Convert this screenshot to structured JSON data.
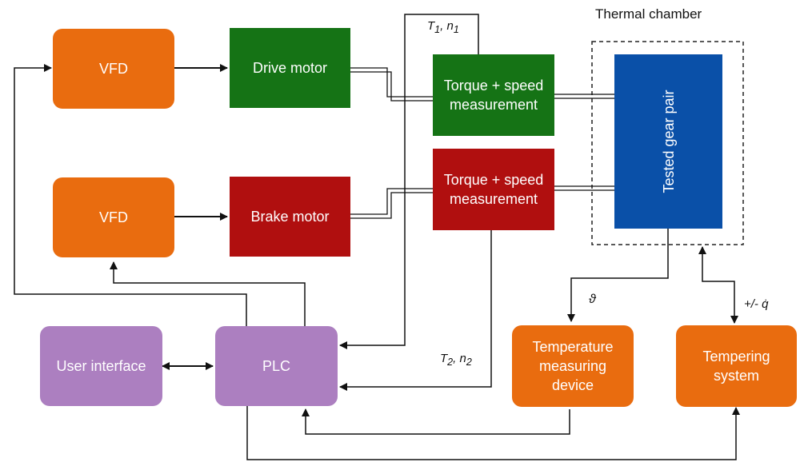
{
  "chamber": {
    "label": "Thermal chamber"
  },
  "blocks": {
    "vfd_top": "VFD",
    "vfd_bottom": "VFD",
    "drive_motor": "Drive motor",
    "brake_motor": "Brake motor",
    "torque_top_line1": "Torque + speed",
    "torque_top_line2": "measurement",
    "torque_bottom_line1": "Torque + speed",
    "torque_bottom_line2": "measurement",
    "gear_pair": "Tested gear pair",
    "user_interface": "User interface",
    "plc": "PLC",
    "temp_line1": "Temperature",
    "temp_line2": "measuring",
    "temp_line3": "device",
    "tempering_line1": "Tempering",
    "tempering_line2": "system"
  },
  "signals": {
    "t1": "T",
    "t1_sub": "1",
    "n1": "n",
    "n1_sub": "1",
    "t2": "T",
    "t2_sub": "2",
    "n2": "n",
    "n2_sub": "2",
    "theta": "ϑ",
    "heat_flow": "+/- q̇"
  },
  "colors": {
    "orange": "#e96c0f",
    "green": "#157315",
    "red": "#b00f0f",
    "purple": "#ac7fc0",
    "blue": "#0a50a8",
    "line": "#111111"
  }
}
